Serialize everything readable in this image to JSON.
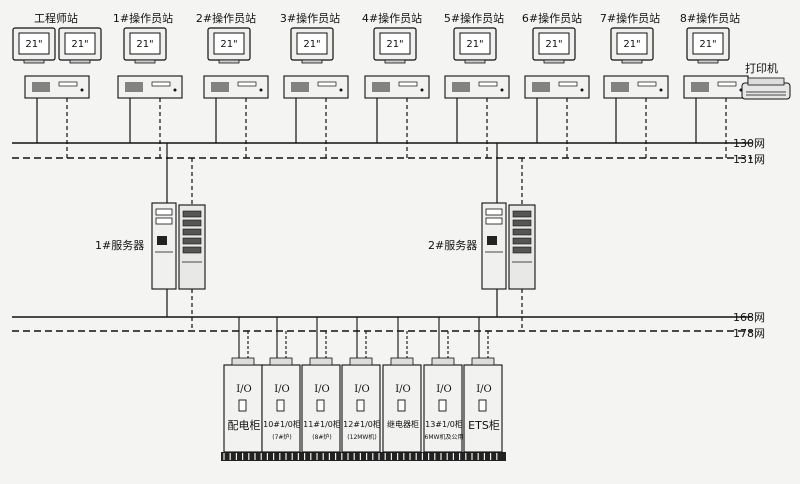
{
  "diagram": {
    "stations": [
      {
        "label": "工程师站",
        "monitor": "21\"",
        "monitor2": "21\""
      },
      {
        "label": "1#操作员站",
        "monitor": "21\""
      },
      {
        "label": "2#操作员站",
        "monitor": "21\""
      },
      {
        "label": "3#操作员站",
        "monitor": "21\""
      },
      {
        "label": "4#操作员站",
        "monitor": "21\""
      },
      {
        "label": "5#操作员站",
        "monitor": "21\""
      },
      {
        "label": "6#操作员站",
        "monitor": "21\""
      },
      {
        "label": "7#操作员站",
        "monitor": "21\""
      },
      {
        "label": "8#操作员站",
        "monitor": "21\""
      }
    ],
    "printer": {
      "label": "打印机"
    },
    "networks": {
      "net130": "130网",
      "net131": "131网",
      "net168": "168网",
      "net178": "178网"
    },
    "servers": [
      {
        "label": "1#服务器"
      },
      {
        "label": "2#服务器"
      }
    ],
    "cabinets": [
      {
        "io": "I/O",
        "name": "配电柜",
        "sub": ""
      },
      {
        "io": "I/O",
        "name": "10#1/0柜",
        "sub": "(7#炉)"
      },
      {
        "io": "I/O",
        "name": "11#1/0柜",
        "sub": "(8#炉)"
      },
      {
        "io": "I/O",
        "name": "12#1/0柜",
        "sub": "(12MW机)"
      },
      {
        "io": "I/O",
        "name": "继电器柜",
        "sub": ""
      },
      {
        "io": "I/O",
        "name": "13#1/0柜",
        "sub": "6MW机及公用"
      },
      {
        "io": "I/O",
        "name": "ETS柜",
        "sub": ""
      }
    ]
  }
}
